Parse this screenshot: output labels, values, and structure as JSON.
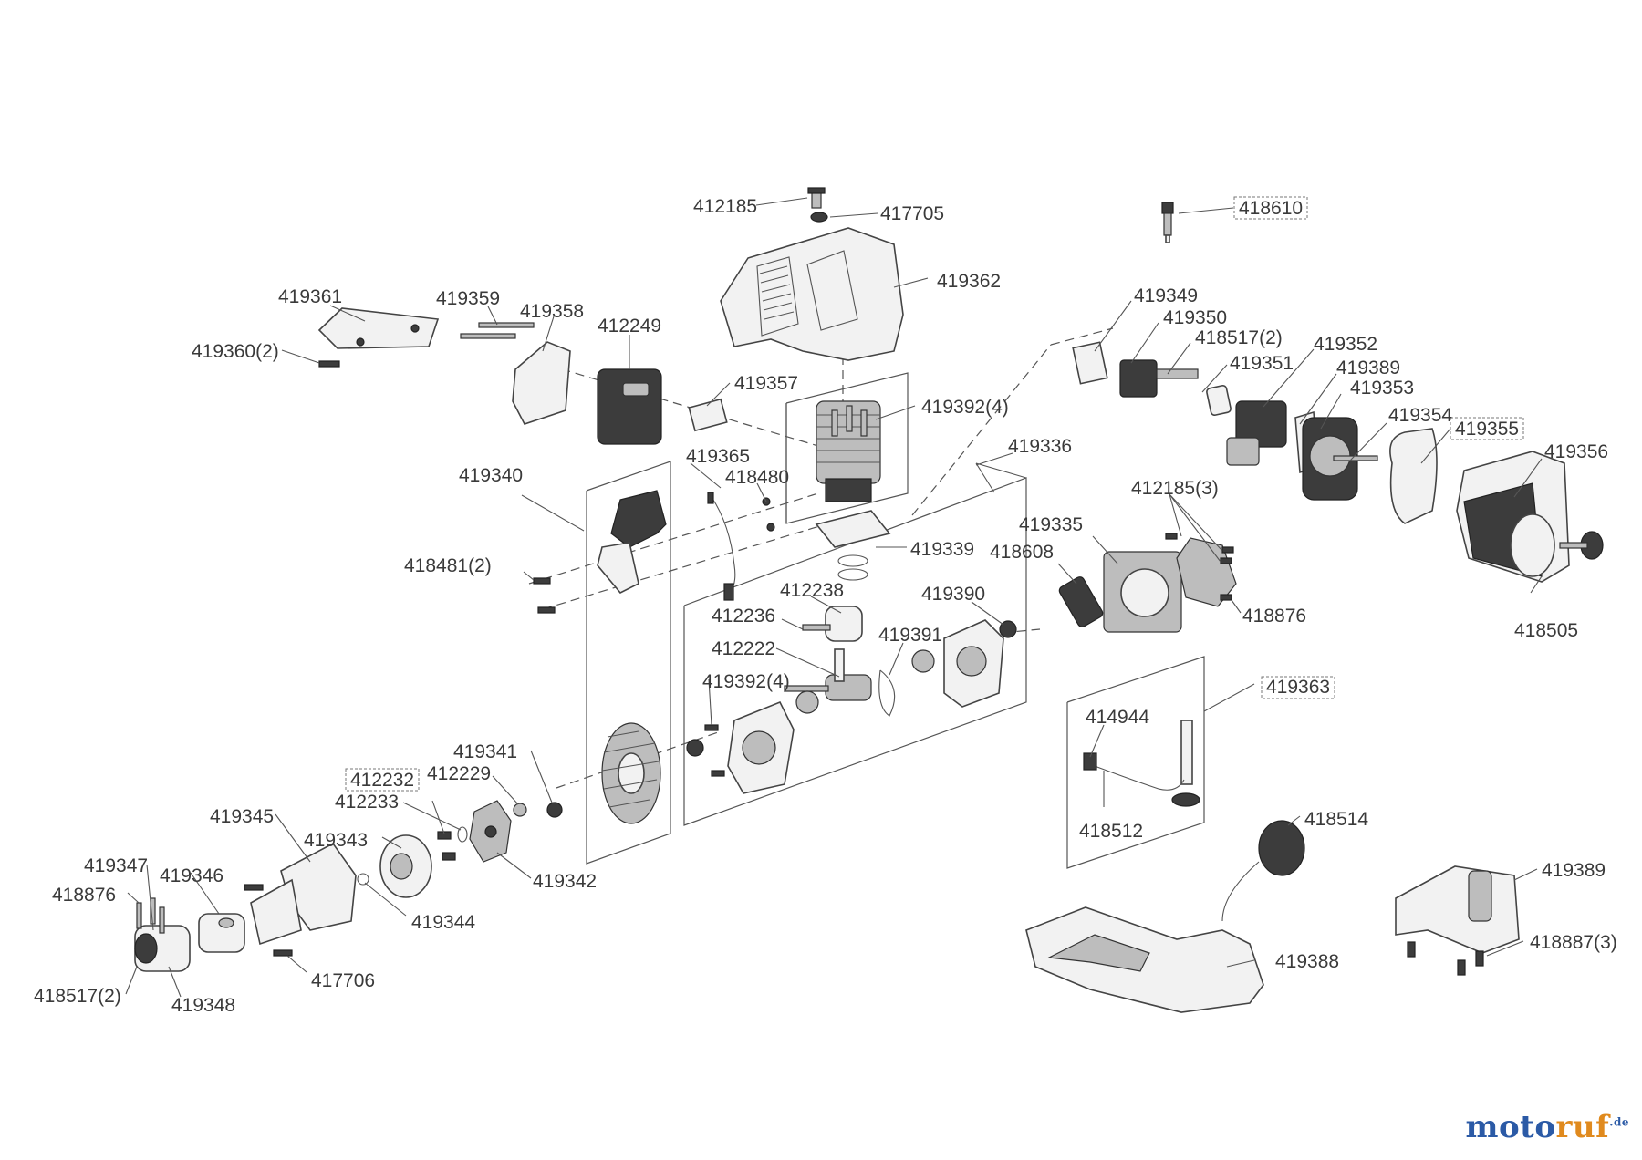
{
  "brand": {
    "name_part1": "moto",
    "name_part2": "ruf",
    "suffix": ".de"
  },
  "labels": [
    {
      "id": "l1",
      "text": "412185"
    },
    {
      "id": "l2",
      "text": "417705"
    },
    {
      "id": "l3",
      "text": "418610",
      "boxed": true
    },
    {
      "id": "l4",
      "text": "419362"
    },
    {
      "id": "l5",
      "text": "419361"
    },
    {
      "id": "l6",
      "text": "419359"
    },
    {
      "id": "l7",
      "text": "419358"
    },
    {
      "id": "l8",
      "text": "412249"
    },
    {
      "id": "l9",
      "text": "419360(2)"
    },
    {
      "id": "l10",
      "text": "419357"
    },
    {
      "id": "l11",
      "text": "419349"
    },
    {
      "id": "l12",
      "text": "419350"
    },
    {
      "id": "l13",
      "text": "418517(2)"
    },
    {
      "id": "l14",
      "text": "419352"
    },
    {
      "id": "l15",
      "text": "419351"
    },
    {
      "id": "l16",
      "text": "419389"
    },
    {
      "id": "l17",
      "text": "419353"
    },
    {
      "id": "l18",
      "text": "419354"
    },
    {
      "id": "l19",
      "text": "419355",
      "boxed": true
    },
    {
      "id": "l20",
      "text": "419356"
    },
    {
      "id": "l21",
      "text": "419392(4)"
    },
    {
      "id": "l22",
      "text": "419336"
    },
    {
      "id": "l23",
      "text": "419365"
    },
    {
      "id": "l24",
      "text": "418480"
    },
    {
      "id": "l25",
      "text": "419340"
    },
    {
      "id": "l26",
      "text": "412185(3)"
    },
    {
      "id": "l27",
      "text": "419335"
    },
    {
      "id": "l28",
      "text": "418608"
    },
    {
      "id": "l29",
      "text": "419339"
    },
    {
      "id": "l30",
      "text": "418481(2)"
    },
    {
      "id": "l31",
      "text": "412238"
    },
    {
      "id": "l32",
      "text": "419390"
    },
    {
      "id": "l33",
      "text": "418876"
    },
    {
      "id": "l34",
      "text": "418505"
    },
    {
      "id": "l35",
      "text": "412236"
    },
    {
      "id": "l36",
      "text": "419391"
    },
    {
      "id": "l37",
      "text": "412222"
    },
    {
      "id": "l38",
      "text": "419392(4)"
    },
    {
      "id": "l39",
      "text": "419363",
      "boxed": true
    },
    {
      "id": "l40",
      "text": "414944"
    },
    {
      "id": "l41",
      "text": "419341"
    },
    {
      "id": "l42",
      "text": "412232",
      "boxed": true
    },
    {
      "id": "l43",
      "text": "412229"
    },
    {
      "id": "l44",
      "text": "412233"
    },
    {
      "id": "l45",
      "text": "419345"
    },
    {
      "id": "l46",
      "text": "419343"
    },
    {
      "id": "l47",
      "text": "418512"
    },
    {
      "id": "l48",
      "text": "418514"
    },
    {
      "id": "l49",
      "text": "419347"
    },
    {
      "id": "l50",
      "text": "419346"
    },
    {
      "id": "l51",
      "text": "419342"
    },
    {
      "id": "l52",
      "text": "418876"
    },
    {
      "id": "l53",
      "text": "419344"
    },
    {
      "id": "l54",
      "text": "419389"
    },
    {
      "id": "l55",
      "text": "418887(3)"
    },
    {
      "id": "l56",
      "text": "419388"
    },
    {
      "id": "l57",
      "text": "417706"
    },
    {
      "id": "l58",
      "text": "418517(2)"
    },
    {
      "id": "l59",
      "text": "419348"
    }
  ]
}
